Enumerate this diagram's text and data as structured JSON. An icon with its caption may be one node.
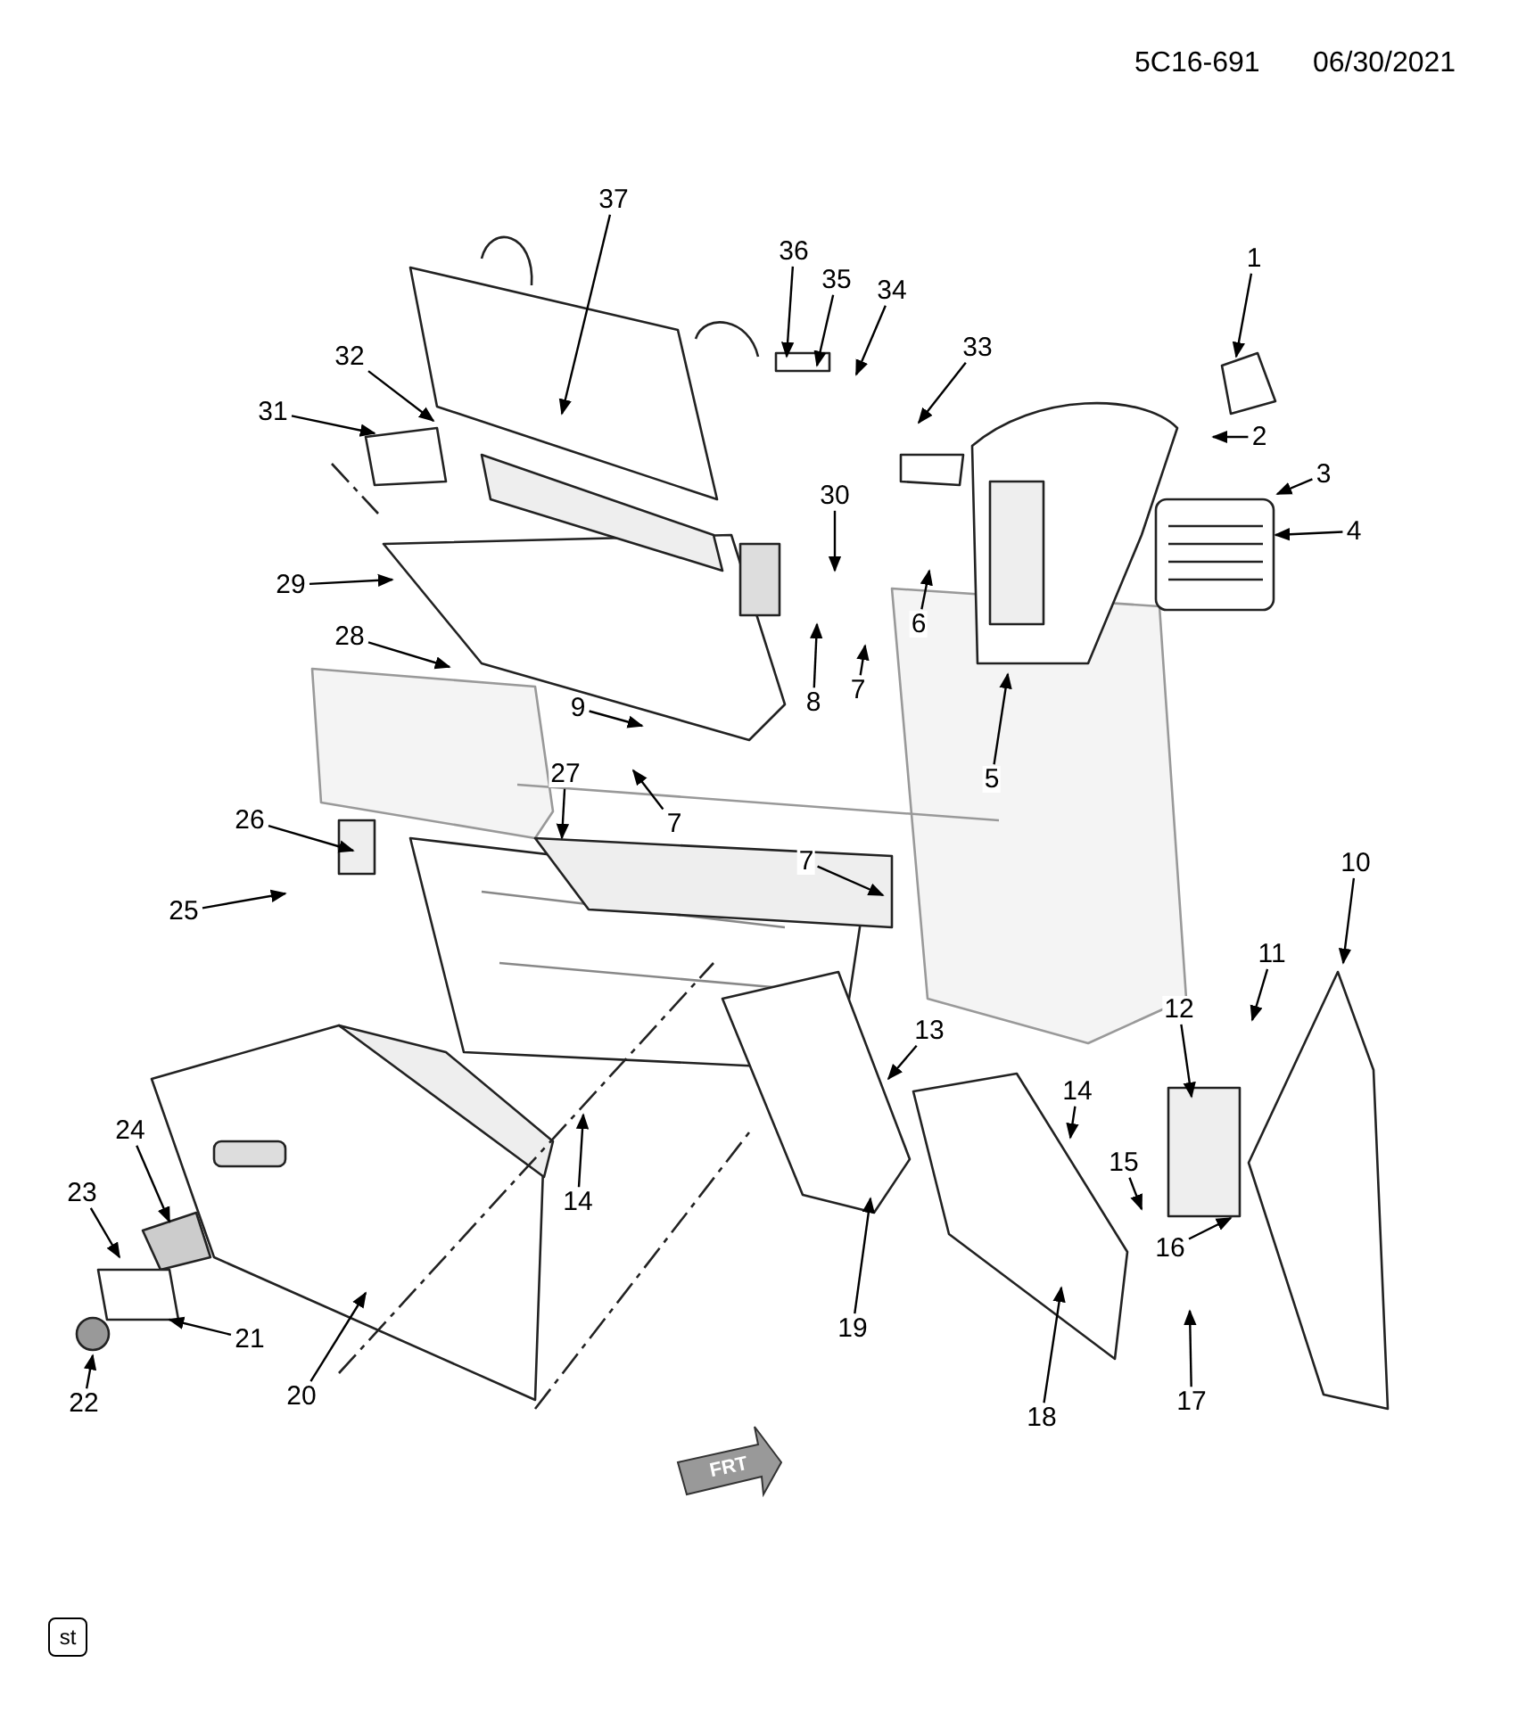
{
  "diagram": {
    "nodes": [
      {
        "text": [
          "37"
        ]
      },
      {
        "text": [
          "36"
        ]
      },
      {
        "text": [
          "1"
        ]
      },
      {
        "text": [
          "35"
        ]
      },
      {
        "text": [
          "34"
        ]
      },
      {
        "text": [
          "33"
        ]
      },
      {
        "text": [
          "32"
        ]
      },
      {
        "text": [
          "31"
        ]
      },
      {
        "text": [
          "2"
        ]
      },
      {
        "text": [
          "3"
        ]
      },
      {
        "text": [
          "30"
        ]
      },
      {
        "text": [
          "4"
        ]
      },
      {
        "text": [
          "29"
        ]
      },
      {
        "text": [
          "6"
        ]
      },
      {
        "text": [
          "28"
        ]
      },
      {
        "text": [
          "7"
        ]
      },
      {
        "text": [
          "8"
        ]
      },
      {
        "text": [
          "9"
        ]
      },
      {
        "text": [
          "27"
        ]
      },
      {
        "text": [
          "5"
        ]
      },
      {
        "text": [
          "26"
        ]
      },
      {
        "text": [
          "7"
        ]
      },
      {
        "text": [
          "7"
        ]
      },
      {
        "text": [
          "10"
        ]
      },
      {
        "text": [
          "25"
        ]
      },
      {
        "text": [
          "11"
        ]
      },
      {
        "text": [
          "12"
        ]
      },
      {
        "text": [
          "13"
        ]
      },
      {
        "text": [
          "14"
        ]
      },
      {
        "text": [
          "24"
        ]
      },
      {
        "text": [
          "15"
        ]
      },
      {
        "text": [
          "23"
        ]
      },
      {
        "text": [
          "14"
        ]
      },
      {
        "text": [
          "16"
        ]
      },
      {
        "text": [
          "19"
        ]
      },
      {
        "text": [
          "21"
        ]
      },
      {
        "text": [
          "20"
        ]
      },
      {
        "text": [
          "17"
        ]
      },
      {
        "text": [
          "22"
        ]
      },
      {
        "text": [
          "18"
        ]
      }
    ],
    "edges": [
      {
        "from": 0,
        "to": null,
        "arrow": "to"
      },
      {
        "from": 1,
        "to": null,
        "arrow": "to"
      },
      {
        "from": 2,
        "to": null,
        "arrow": "to"
      },
      {
        "from": 3,
        "to": null,
        "arrow": "to"
      },
      {
        "from": 4,
        "to": null,
        "arrow": "to"
      },
      {
        "from": 5,
        "to": null,
        "arrow": "to"
      },
      {
        "from": 6,
        "to": null,
        "arrow": "to"
      },
      {
        "from": 7,
        "to": null,
        "arrow": "to"
      },
      {
        "from": 8,
        "to": null,
        "arrow": "to"
      },
      {
        "from": 9,
        "to": null,
        "arrow": "to"
      },
      {
        "from": 10,
        "to": null,
        "arrow": "to"
      },
      {
        "from": 11,
        "to": null,
        "arrow": "to"
      },
      {
        "from": 12,
        "to": null,
        "arrow": "to"
      },
      {
        "from": 13,
        "to": null,
        "arrow": "to"
      },
      {
        "from": 14,
        "to": null,
        "arrow": "to"
      },
      {
        "from": 15,
        "to": null,
        "arrow": "to"
      },
      {
        "from": 16,
        "to": null,
        "arrow": "to"
      },
      {
        "from": 17,
        "to": null,
        "arrow": "to"
      },
      {
        "from": 18,
        "to": null,
        "arrow": "to"
      },
      {
        "from": 19,
        "to": null,
        "arrow": "to"
      },
      {
        "from": 20,
        "to": null,
        "arrow": "to"
      },
      {
        "from": 21,
        "to": null,
        "arrow": "to"
      },
      {
        "from": 22,
        "to": null,
        "arrow": "to"
      },
      {
        "from": 23,
        "to": null,
        "arrow": "to"
      },
      {
        "from": 24,
        "to": null,
        "arrow": "to"
      },
      {
        "from": 25,
        "to": null,
        "arrow": "to"
      },
      {
        "from": 26,
        "to": null,
        "arrow": "to"
      },
      {
        "from": 27,
        "to": null,
        "arrow": "to"
      },
      {
        "from": 28,
        "to": null,
        "arrow": "to"
      },
      {
        "from": 29,
        "to": null,
        "arrow": "to"
      },
      {
        "from": 30,
        "to": null,
        "arrow": "to"
      },
      {
        "from": 31,
        "to": null,
        "arrow": "to"
      },
      {
        "from": 32,
        "to": null,
        "arrow": "to"
      },
      {
        "from": 33,
        "to": null,
        "arrow": "to"
      },
      {
        "from": 34,
        "to": null,
        "arrow": "to"
      },
      {
        "from": 35,
        "to": null,
        "arrow": "to"
      },
      {
        "from": 36,
        "to": null,
        "arrow": "to"
      },
      {
        "from": 37,
        "to": null,
        "arrow": "to"
      },
      {
        "from": 38,
        "to": null,
        "arrow": "to"
      },
      {
        "from": 39,
        "to": null,
        "arrow": "to"
      }
    ],
    "labels": [
      "5C16-691",
      "06/30/2021",
      "FRT",
      "st"
    ]
  }
}
